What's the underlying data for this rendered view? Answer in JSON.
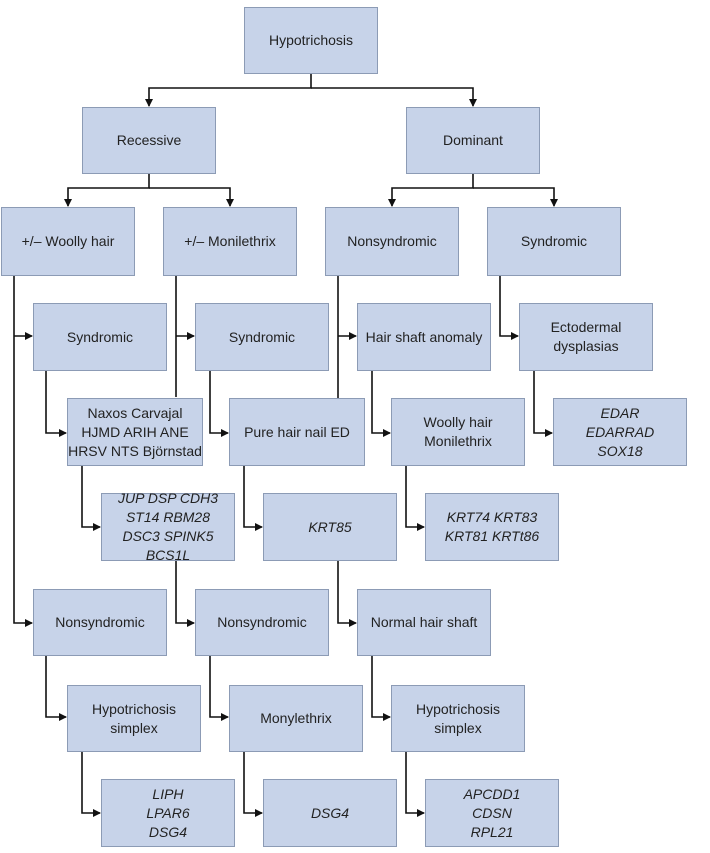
{
  "colors": {
    "box_fill": "#c7d3e9",
    "box_border": "#8c9bb5",
    "line": "#111111"
  },
  "nodes": {
    "hypotrichosis": "Hypotrichosis",
    "recessive": "Recessive",
    "dominant": "Dominant",
    "woolly_hair": "+/– Woolly hair",
    "monilethrix": "+/– Monilethrix",
    "nonsyndromic_dom": "Nonsyndromic",
    "syndromic_dom": "Syndromic",
    "syndromic_a": "Syndromic",
    "syndromic_b": "Syndromic",
    "hair_shaft_anomaly": "Hair shaft anomaly",
    "ectodermal_dysplasias": "Ectodermal\ndysplasias",
    "naxos_group": "Naxos Carvajal\nHJMD ARIH ANE\nHRSV NTS Björnstad",
    "pure_hair_nail_ed": "Pure hair nail ED",
    "woolly_monilethrix": "Woolly hair\nMonilethrix",
    "edar_genes": "EDAR\nEDARRAD\nSOX18",
    "jup_genes": "JUP DSP CDH3\nST14 RBM28\nDSC3 SPINK5 BCS1L",
    "krt85": "KRT85",
    "krt74_genes": "KRT74 KRT83\nKRT81 KRTt86",
    "nonsyndromic_a": "Nonsyndromic",
    "nonsyndromic_b": "Nonsyndromic",
    "normal_hair_shaft": "Normal hair shaft",
    "hypotrichosis_simplex_a": "Hypotrichosis\nsimplex",
    "monylethrix": "Monylethrix",
    "hypotrichosis_simplex_b": "Hypotrichosis\nsimplex",
    "liph_genes": "LIPH\nLPAR6\nDSG4",
    "dsg4": "DSG4",
    "apcdd1_genes": "APCDD1\nCDSN\nRPL21"
  }
}
